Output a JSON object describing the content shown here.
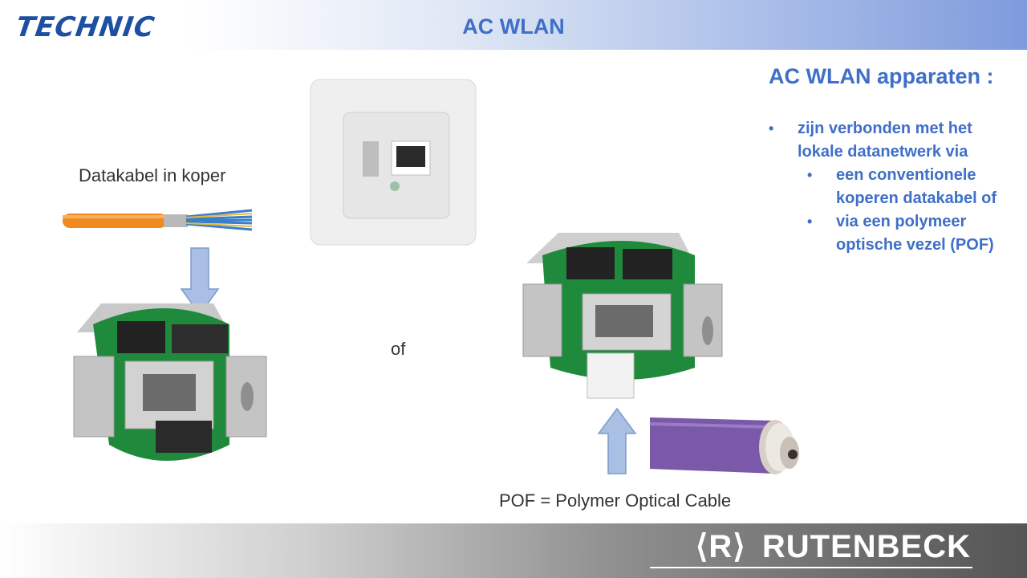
{
  "header": {
    "logo_text": "TECHNIC",
    "title": "AC WLAN"
  },
  "right_panel": {
    "heading": "AC WLAN apparaten :",
    "bullet_symbol": "•",
    "bullet_1": "zijn verbonden met het lokale datanetwerk via",
    "sub_bullet_1": "een conventionele koperen datakabel of",
    "sub_bullet_2": "via een polymeer optische vezel (POF)"
  },
  "captions": {
    "copper": "Datakabel in koper",
    "or": "of",
    "pof": "POF = Polymer Optical Cable"
  },
  "footer": {
    "brand_mark": "⟨R⟩",
    "brand": "RUTENBECK"
  },
  "colors": {
    "accent": "#3f6fc7",
    "arrow": "#a9bfe3",
    "pcb": "#1f8a3c",
    "cable_orange": "#ef8a1e",
    "cable_purple": "#7a5aa8"
  },
  "icons": [
    "down-arrow-icon",
    "up-arrow-icon"
  ]
}
